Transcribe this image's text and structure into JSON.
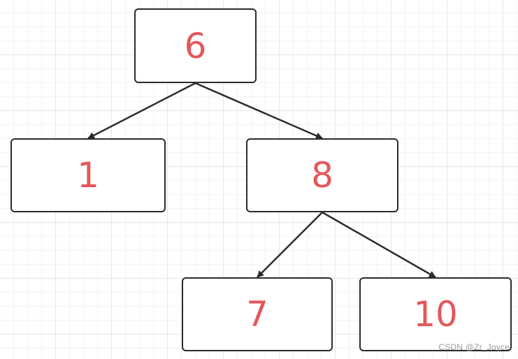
{
  "diagram": {
    "node_text_color": "#e4575a",
    "edge_color": "#2b2b2b",
    "nodes": [
      {
        "id": "n6",
        "label": "6"
      },
      {
        "id": "n1",
        "label": "1"
      },
      {
        "id": "n8",
        "label": "8"
      },
      {
        "id": "n7",
        "label": "7"
      },
      {
        "id": "n10",
        "label": "10"
      }
    ],
    "edges": [
      {
        "from": "n6",
        "to": "n1"
      },
      {
        "from": "n6",
        "to": "n8"
      },
      {
        "from": "n8",
        "to": "n7"
      },
      {
        "from": "n8",
        "to": "n10"
      }
    ]
  },
  "watermark": "CSDN @Zr_Joyce"
}
